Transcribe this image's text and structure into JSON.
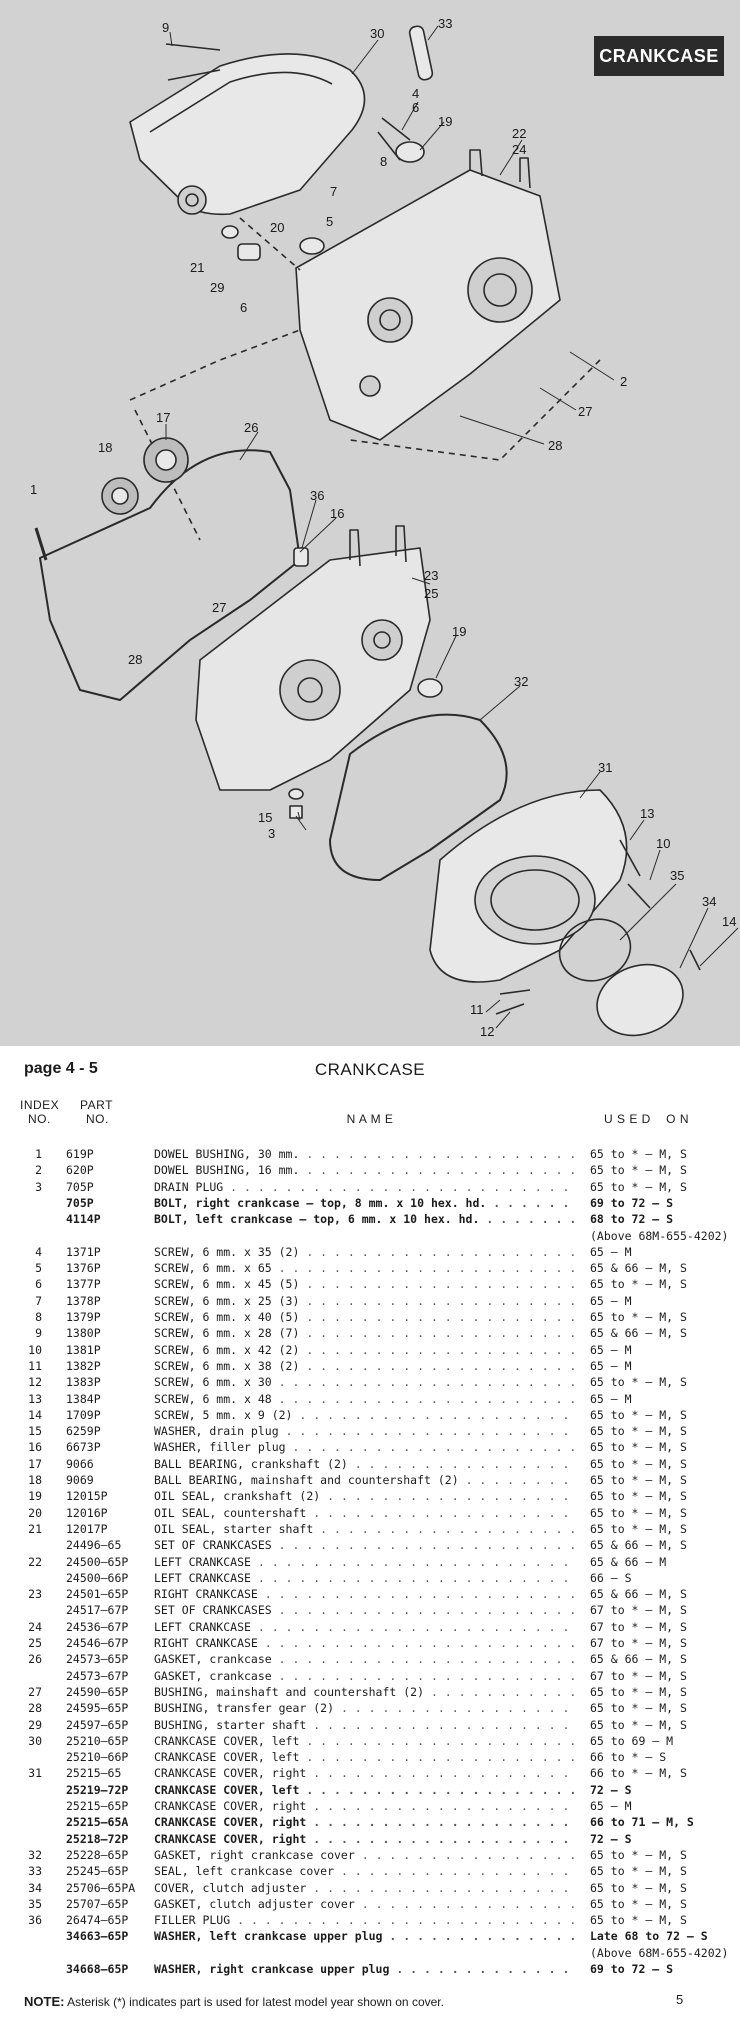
{
  "tag_label": "CRANKCASE",
  "callouts": [
    "9",
    "30",
    "33",
    "4",
    "6",
    "19",
    "22",
    "24",
    "8",
    "7",
    "5",
    "20",
    "21",
    "29",
    "6",
    "2",
    "27",
    "28",
    "17",
    "26",
    "18",
    "1",
    "36",
    "16",
    "23",
    "25",
    "27",
    "19",
    "28",
    "32",
    "31",
    "13",
    "10",
    "15",
    "3",
    "35",
    "34",
    "14",
    "11",
    "12"
  ],
  "list": {
    "page_ref": "page 4 - 5",
    "title": "CRANKCASE",
    "header": {
      "index": "INDEX",
      "index_no": "NO.",
      "part": "PART",
      "part_no": "NO.",
      "name": "N A M E",
      "used_on": "U S E D    O N"
    },
    "rows": [
      {
        "idx": "1",
        "part": "619P",
        "name": "DOWEL BUSHING, 30 mm.",
        "used": "65 to * – M, S"
      },
      {
        "idx": "2",
        "part": "620P",
        "name": "DOWEL BUSHING, 16 mm.",
        "used": "65 to * – M, S"
      },
      {
        "idx": "3",
        "part": "705P",
        "name": "DRAIN PLUG",
        "used": "65 to * – M, S"
      },
      {
        "idx": "",
        "part": "705P",
        "name": "BOLT, right crankcase – top, 8 mm. x 10 hex. hd.",
        "used": "69 to 72 – S",
        "bold": true
      },
      {
        "idx": "",
        "part": "4114P",
        "name": "BOLT, left crankcase – top, 6 mm. x 10 hex. hd.",
        "used": "68 to 72 – S",
        "bold": true
      },
      {
        "idx": "",
        "part": "",
        "name": "",
        "used": "(Above 68M-655-4202)",
        "noname": true
      },
      {
        "idx": "4",
        "part": "1371P",
        "name": "SCREW, 6 mm. x 35 (2)",
        "used": "65 – M"
      },
      {
        "idx": "5",
        "part": "1376P",
        "name": "SCREW, 6 mm. x 65",
        "used": "65 & 66 – M, S"
      },
      {
        "idx": "6",
        "part": "1377P",
        "name": "SCREW, 6 mm. x 45 (5)",
        "used": "65 to * – M, S"
      },
      {
        "idx": "7",
        "part": "1378P",
        "name": "SCREW, 6 mm. x 25 (3)",
        "used": "65 – M"
      },
      {
        "idx": "8",
        "part": "1379P",
        "name": "SCREW, 6 mm. x 40 (5)",
        "used": "65 to * – M, S"
      },
      {
        "idx": "9",
        "part": "1380P",
        "name": "SCREW, 6 mm. x 28 (7)",
        "used": "65 & 66 – M, S"
      },
      {
        "idx": "10",
        "part": "1381P",
        "name": "SCREW, 6 mm. x 42 (2)",
        "used": "65 – M"
      },
      {
        "idx": "11",
        "part": "1382P",
        "name": "SCREW, 6 mm. x 38 (2)",
        "used": "65 – M"
      },
      {
        "idx": "12",
        "part": "1383P",
        "name": "SCREW, 6 mm. x 30",
        "used": "65 to * – M, S"
      },
      {
        "idx": "13",
        "part": "1384P",
        "name": "SCREW, 6 mm. x 48",
        "used": "65 – M"
      },
      {
        "idx": "14",
        "part": "1709P",
        "name": "SCREW, 5 mm. x 9 (2)",
        "used": "65 to * – M, S"
      },
      {
        "idx": "15",
        "part": "6259P",
        "name": "WASHER, drain plug",
        "used": "65 to * – M, S"
      },
      {
        "idx": "16",
        "part": "6673P",
        "name": "WASHER, filler plug",
        "used": "65 to * – M, S"
      },
      {
        "idx": "17",
        "part": "9066",
        "name": "BALL BEARING, crankshaft (2)",
        "used": "65 to * – M, S"
      },
      {
        "idx": "18",
        "part": "9069",
        "name": "BALL BEARING, mainshaft and countershaft (2)",
        "used": "65 to * – M, S"
      },
      {
        "idx": "19",
        "part": "12015P",
        "name": "OIL SEAL, crankshaft (2)",
        "used": "65 to * – M, S"
      },
      {
        "idx": "20",
        "part": "12016P",
        "name": "OIL SEAL, countershaft",
        "used": "65 to * – M, S"
      },
      {
        "idx": "21",
        "part": "12017P",
        "name": "OIL SEAL, starter shaft",
        "used": "65 to * – M, S"
      },
      {
        "idx": "",
        "part": "24496–65",
        "name": "SET OF CRANKCASES",
        "used": "65 & 66 – M, S"
      },
      {
        "idx": "22",
        "part": "24500–65P",
        "name": "LEFT CRANKCASE",
        "used": "65 & 66 – M"
      },
      {
        "idx": "",
        "part": "24500–66P",
        "name": "LEFT CRANKCASE",
        "used": "66 – S"
      },
      {
        "idx": "23",
        "part": "24501–65P",
        "name": "RIGHT CRANKCASE",
        "used": "65 & 66 – M, S"
      },
      {
        "idx": "",
        "part": "24517–67P",
        "name": "SET OF CRANKCASES",
        "used": "67 to * – M, S"
      },
      {
        "idx": "24",
        "part": "24536–67P",
        "name": "LEFT CRANKCASE",
        "used": "67 to * – M, S"
      },
      {
        "idx": "25",
        "part": "24546–67P",
        "name": "RIGHT CRANKCASE",
        "used": "67 to * – M, S"
      },
      {
        "idx": "26",
        "part": "24573–65P",
        "name": "GASKET, crankcase",
        "used": "65 & 66 – M, S"
      },
      {
        "idx": "",
        "part": "24573–67P",
        "name": "GASKET, crankcase",
        "used": "67 to * – M, S"
      },
      {
        "idx": "27",
        "part": "24590–65P",
        "name": "BUSHING, mainshaft and countershaft (2)",
        "used": "65 to * – M, S"
      },
      {
        "idx": "28",
        "part": "24595–65P",
        "name": "BUSHING, transfer gear (2)",
        "used": "65 to * – M, S"
      },
      {
        "idx": "29",
        "part": "24597–65P",
        "name": "BUSHING, starter shaft",
        "used": "65 to * – M, S"
      },
      {
        "idx": "30",
        "part": "25210–65P",
        "name": "CRANKCASE COVER, left",
        "used": "65 to 69 – M"
      },
      {
        "idx": "",
        "part": "25210–66P",
        "name": "CRANKCASE COVER, left",
        "used": "66 to * – S"
      },
      {
        "idx": "31",
        "part": "25215–65",
        "name": "CRANKCASE COVER, right",
        "used": "66 to * – M, S"
      },
      {
        "idx": "",
        "part": "25219–72P",
        "name": "CRANKCASE COVER, left",
        "used": "72 – S",
        "bold": true
      },
      {
        "idx": "",
        "part": "25215–65P",
        "name": "CRANKCASE COVER, right",
        "used": "65 – M"
      },
      {
        "idx": "",
        "part": "25215–65A",
        "name": "CRANKCASE COVER, right",
        "used": "66 to 71 – M, S",
        "bold": true
      },
      {
        "idx": "",
        "part": "25218–72P",
        "name": "CRANKCASE COVER, right",
        "used": "72 – S",
        "bold": true
      },
      {
        "idx": "32",
        "part": "25228–65P",
        "name": "GASKET, right crankcase cover",
        "used": "65 to * – M, S"
      },
      {
        "idx": "33",
        "part": "25245–65P",
        "name": "SEAL, left crankcase cover",
        "used": "65 to * – M, S"
      },
      {
        "idx": "34",
        "part": "25706–65PA",
        "name": "COVER, clutch adjuster",
        "used": "65 to * – M, S"
      },
      {
        "idx": "35",
        "part": "25707–65P",
        "name": "GASKET, clutch adjuster cover",
        "used": "65 to * – M, S"
      },
      {
        "idx": "36",
        "part": "26474–65P",
        "name": "FILLER PLUG",
        "used": "65 to * – M, S"
      },
      {
        "idx": "",
        "part": "34663–65P",
        "name": "WASHER, left crankcase upper plug",
        "used": "Late 68 to 72 – S",
        "bold": true
      },
      {
        "idx": "",
        "part": "",
        "name": "",
        "used": "(Above 68M-655-4202)",
        "noname": true
      },
      {
        "idx": "",
        "part": "34668–65P",
        "name": "WASHER, right crankcase upper plug",
        "used": "69 to 72 – S",
        "bold": true
      }
    ],
    "note_label": "NOTE:",
    "note_text": "Asterisk (*) indicates part is used for latest model year shown on cover.",
    "page_number": "5"
  }
}
